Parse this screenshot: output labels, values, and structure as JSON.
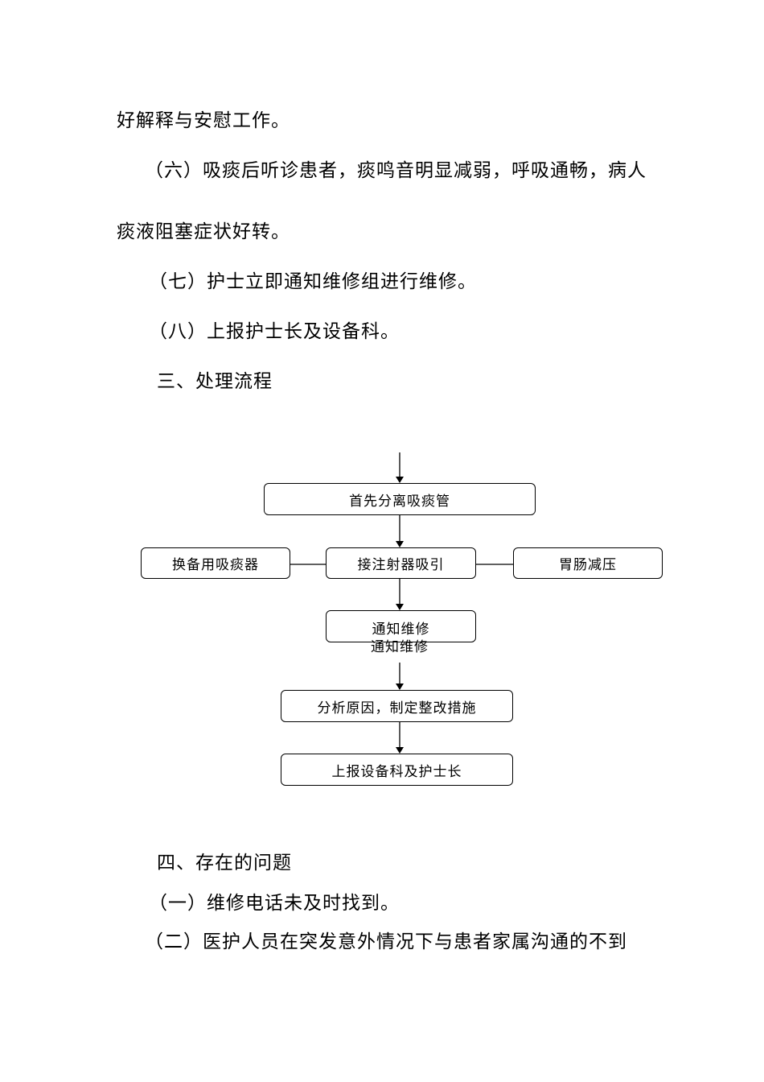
{
  "paragraphs": {
    "p1": "好解释与安慰工作。",
    "p2a": "（六）吸痰后听诊患者，痰鸣音明显减弱，呼吸通畅，病人",
    "p2b": "痰液阻塞症状好转。",
    "p3": "（七）护士立即通知维修组进行维修。",
    "p4": "（八）上报护士长及设备科。"
  },
  "section3": "三、处理流程",
  "flowchart": {
    "step1": "首先分离吸痰管",
    "left": "换备用吸痰器",
    "center": "接注射器吸引",
    "right": "胃肠减压",
    "step3": "通知维修",
    "step3_dup": "通知维修",
    "step4": "分析原因，制定整改措施",
    "step5": "上报设备科及护士长"
  },
  "section4": "四、存在的问题",
  "issues": {
    "i1": "（一）维修电话未及时找到。",
    "i2": "（二）医护人员在突发意外情况下与患者家属沟通的不到"
  }
}
